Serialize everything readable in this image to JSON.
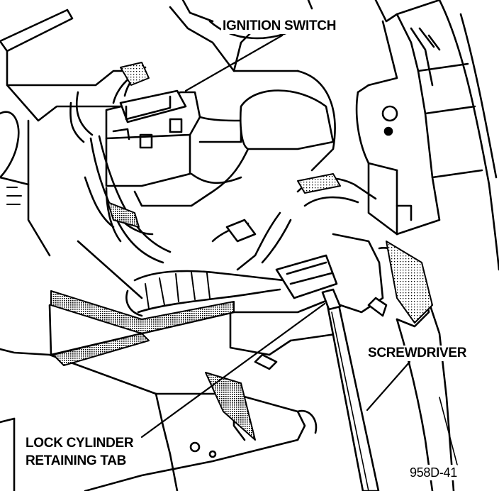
{
  "labels": {
    "ignition_switch": "IGNITION SWITCH",
    "screwdriver": "SCREWDRIVER",
    "lock_cylinder_line1": "LOCK CYLINDER",
    "lock_cylinder_line2": "RETAINING TAB",
    "figure_code": "958D-41"
  },
  "colors": {
    "ink": "#000000",
    "paper": "#ffffff",
    "shade": "#6e6e6e"
  }
}
